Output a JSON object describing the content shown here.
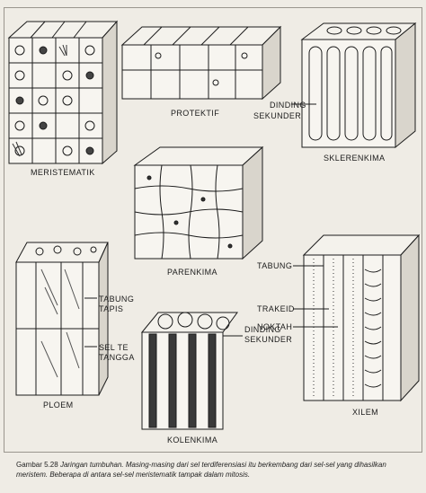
{
  "labels": {
    "meristematik": "MERISTEMATIK",
    "protektif": "PROTEKTIF",
    "dinding_sekunder_top_1": "DINDING",
    "dinding_sekunder_top_2": "SEKUNDER",
    "sklerenkima": "SKLERENKIMA",
    "parenkima": "PARENKIMA",
    "tabung_tapis_1": "TABUNG",
    "tabung_tapis_2": "TAPIS",
    "sel_tetangga_1": "SEL TE",
    "sel_tetangga_2": "TANGGA",
    "ploem": "PLOEM",
    "dinding_sekunder_bottom_1": "DINDING",
    "dinding_sekunder_bottom_2": "SEKUNDER",
    "kolenkima": "KOLENKIMA",
    "tabung": "TABUNG",
    "trakeid": "TRAKEID",
    "noktah": "NOKTAH",
    "xilem": "XILEM"
  },
  "caption": {
    "figure": "Gambar 5.28",
    "text": "Jaringan tumbuhan. Masing-masing dari sel terdiferensiasi itu berkembang dari sel-sel yang dihasilkan meristem. Beberapa di antara sel-sel meristematik tampak dalam mitosis."
  },
  "colors": {
    "paper": "#efece5",
    "ink": "#1b1b1b"
  }
}
